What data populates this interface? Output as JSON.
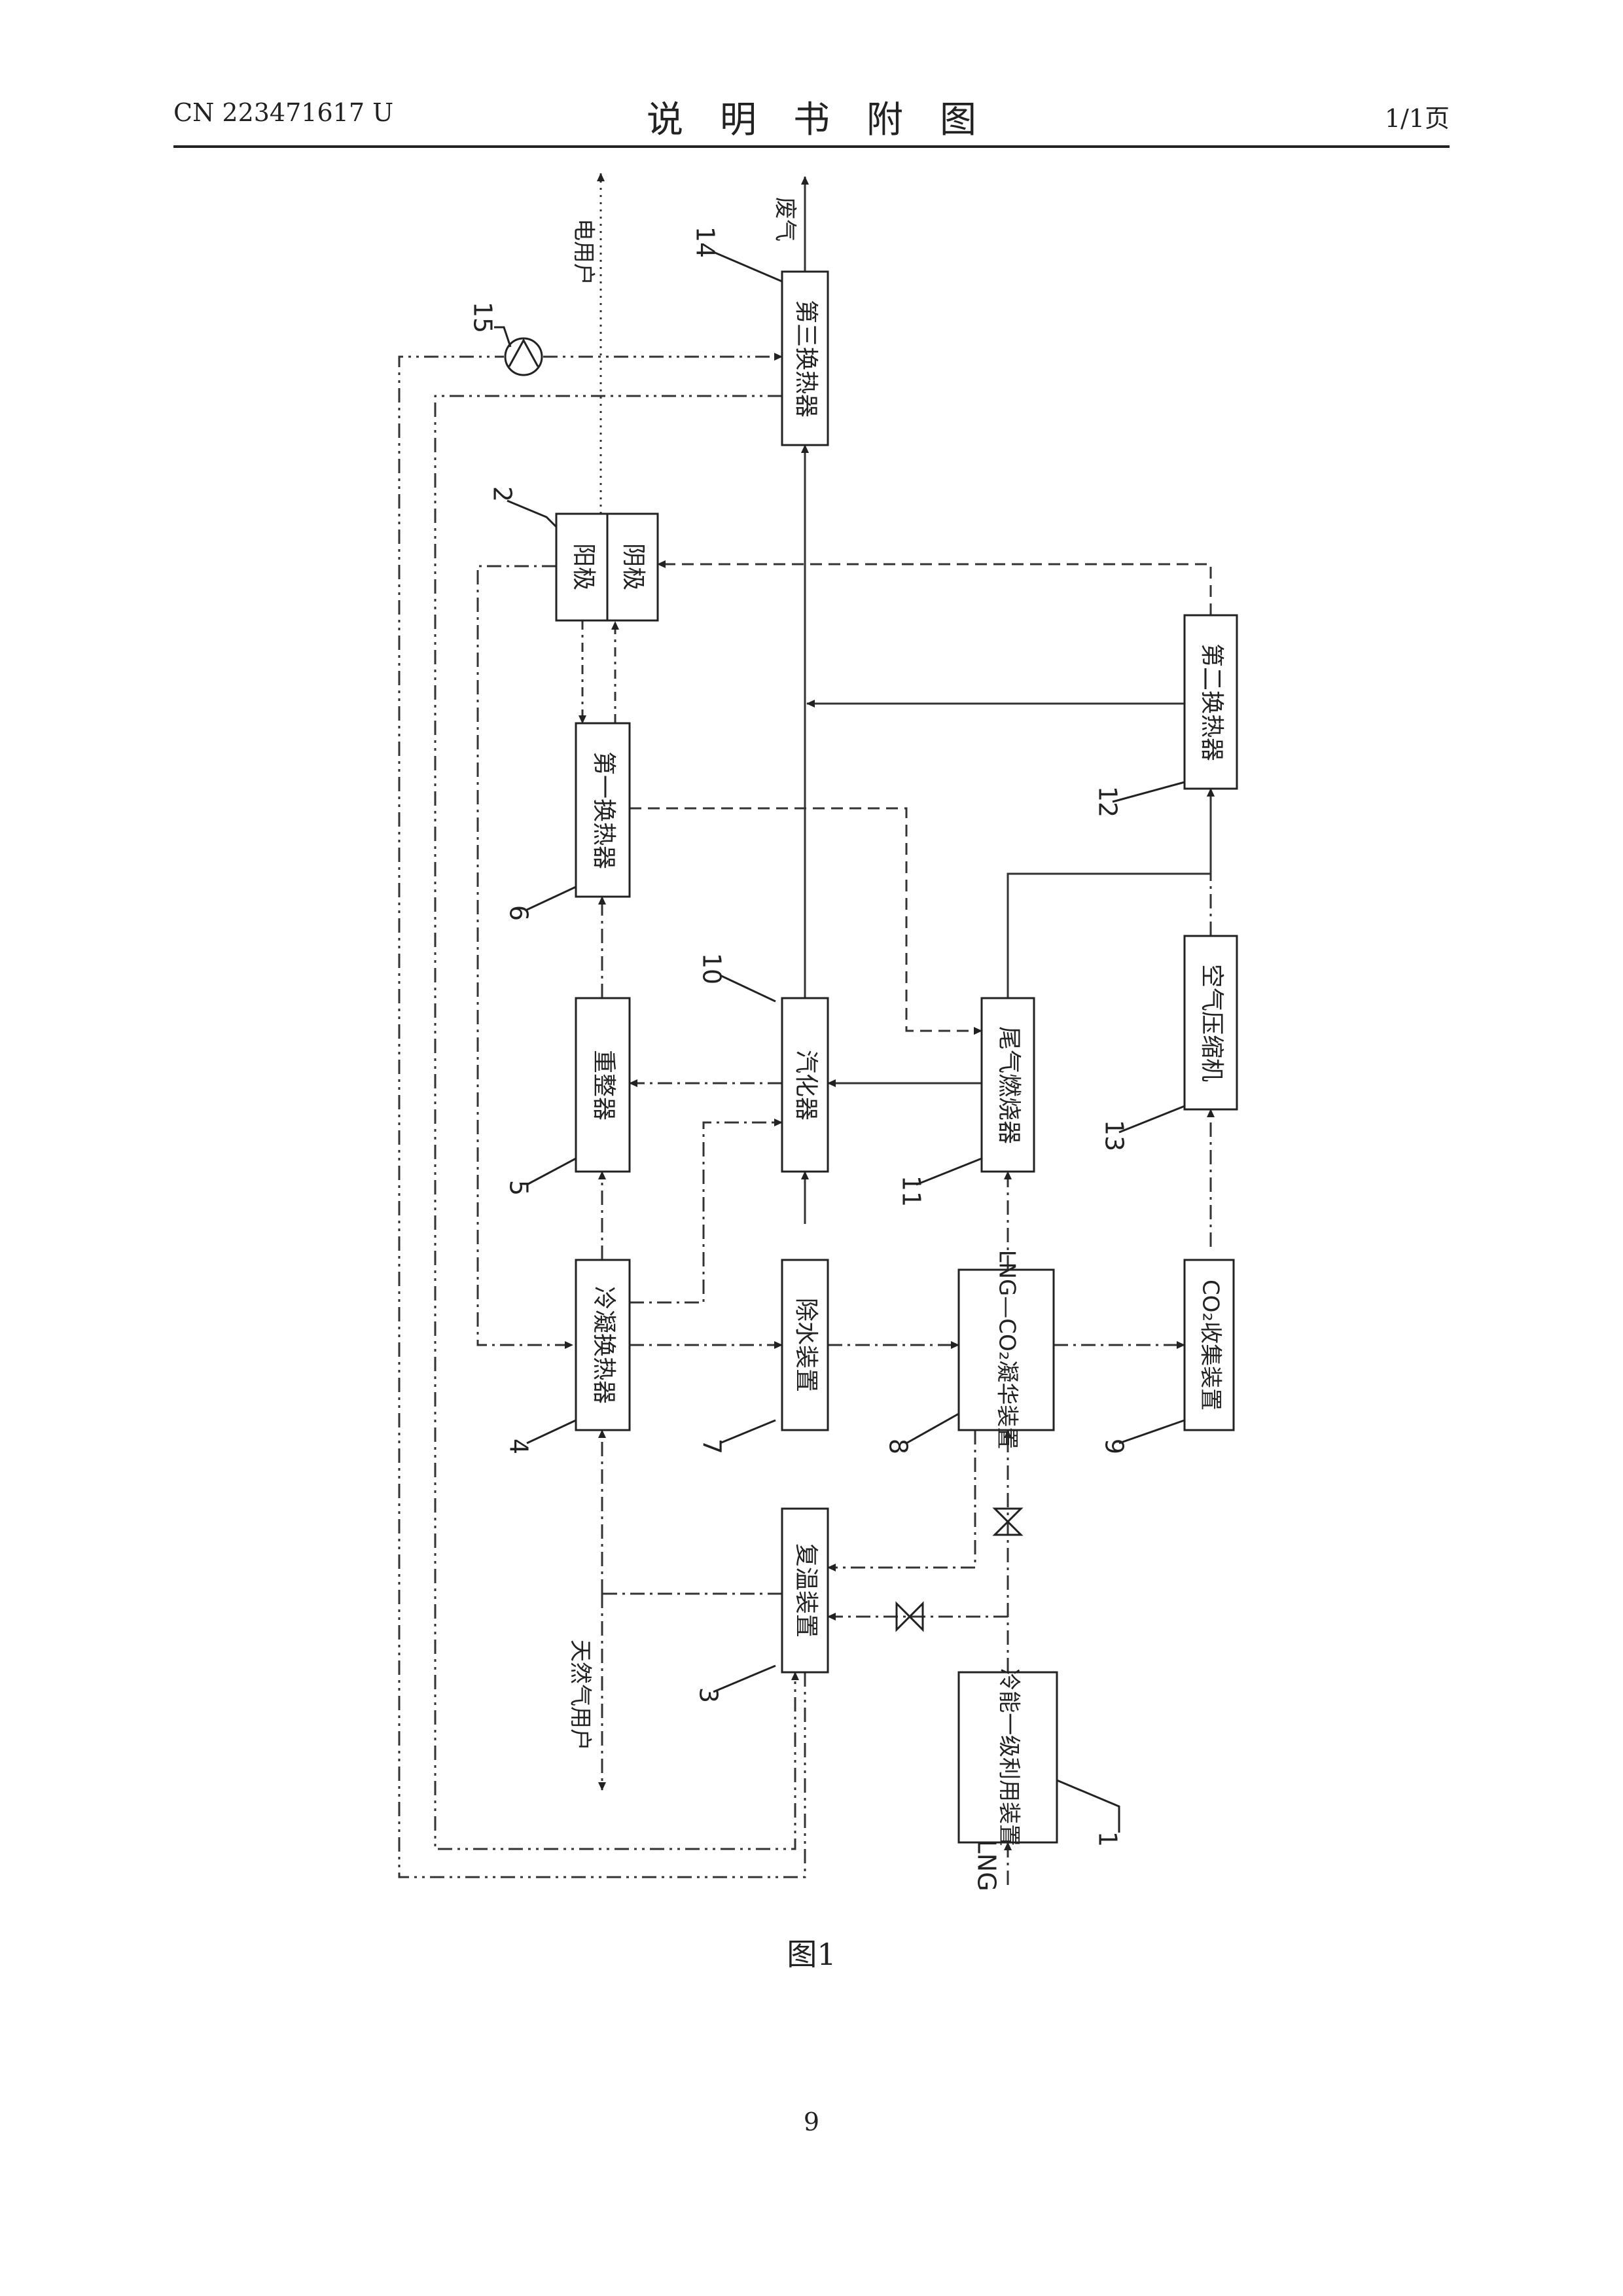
{
  "header": {
    "doc_number": "CN 223471617 U",
    "title": "说明书附图",
    "page_of": "1/1页"
  },
  "figure": {
    "caption": "图1",
    "page_number": "9",
    "components": [
      {
        "id": "1",
        "label": "冷能一级利用装置",
        "number": "1"
      },
      {
        "id": "2a",
        "label": "阳极",
        "number": "2"
      },
      {
        "id": "2b",
        "label": "阴极",
        "number": ""
      },
      {
        "id": "3",
        "label": "复温装置",
        "number": "3"
      },
      {
        "id": "4",
        "label": "冷凝换热器",
        "number": "4"
      },
      {
        "id": "5",
        "label": "重整器",
        "number": "5"
      },
      {
        "id": "6",
        "label": "第一换热器",
        "number": "6"
      },
      {
        "id": "7",
        "label": "除水装置",
        "number": "7"
      },
      {
        "id": "8",
        "label": "LNG—CO₂凝华装置",
        "number": "8"
      },
      {
        "id": "9",
        "label": "CO₂收集装置",
        "number": "9"
      },
      {
        "id": "10",
        "label": "汽化器",
        "number": "10"
      },
      {
        "id": "11",
        "label": "尾气燃烧器",
        "number": "11"
      },
      {
        "id": "12",
        "label": "第二换热器",
        "number": "12"
      },
      {
        "id": "13",
        "label": "空气压缩机",
        "number": "13"
      },
      {
        "id": "14",
        "label": "第三换热器",
        "number": "14"
      },
      {
        "id": "15",
        "label": "",
        "number": "15"
      }
    ],
    "terminals": {
      "electric_user": "电用户",
      "exhaust": "废气",
      "natural_gas_user": "天然气用户",
      "lng_input": "LNG"
    }
  }
}
